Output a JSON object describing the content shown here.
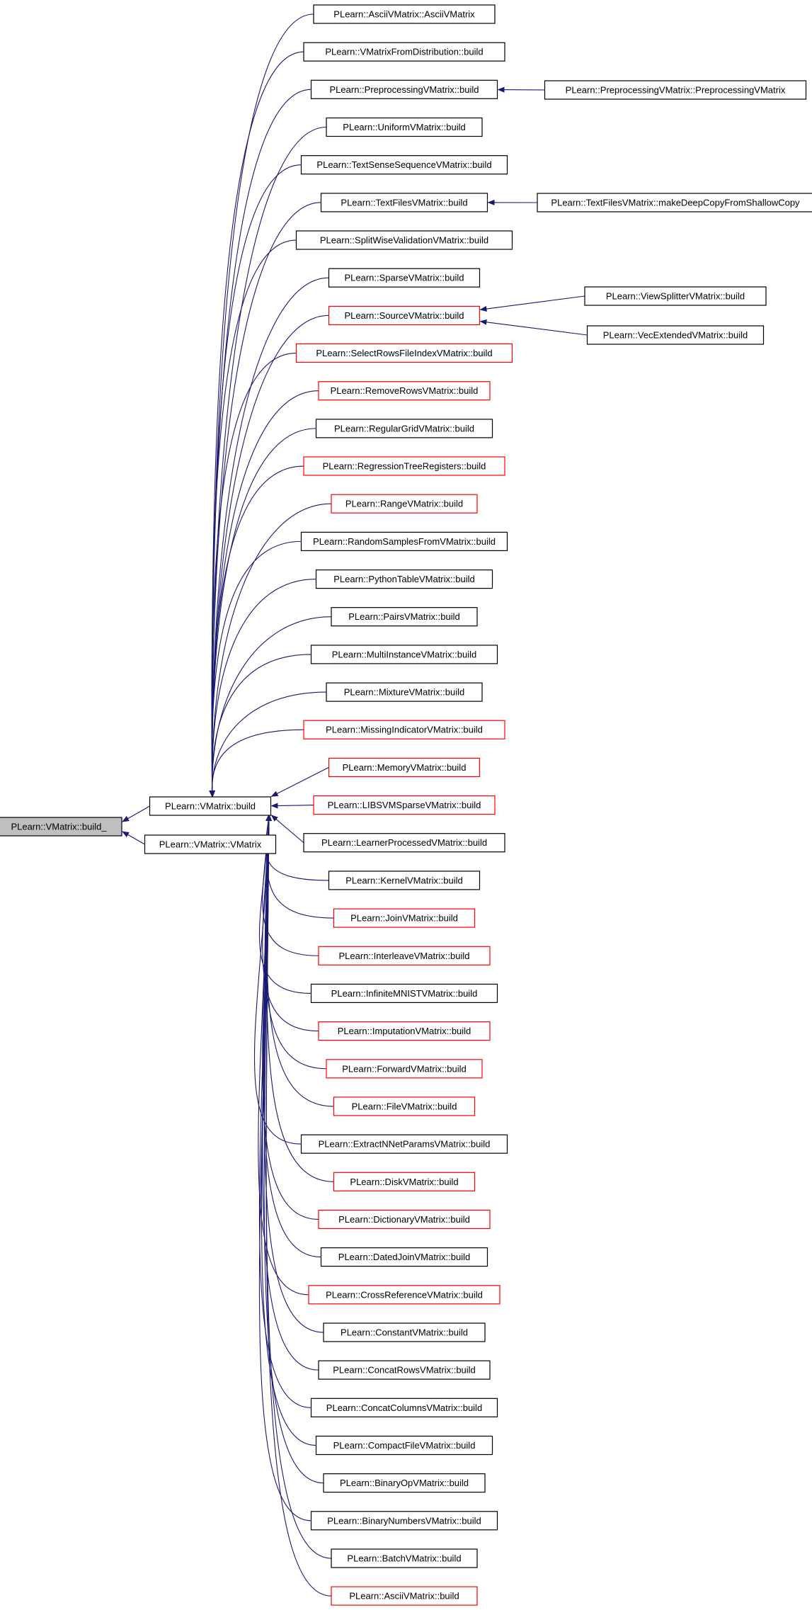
{
  "graph": {
    "colors": {
      "edge": "#191970",
      "node_border": "#000000",
      "node_border_linked": "#ff0000",
      "root_fill": "#bfbfbf",
      "node_fill": "#ffffff"
    },
    "root": {
      "label": "PLearn::VMatrix::build_"
    },
    "hubs": [
      {
        "id": "vmatrix_build",
        "label": "PLearn::VMatrix::build"
      },
      {
        "id": "vmatrix_ctor",
        "label": "PLearn::VMatrix::VMatrix"
      }
    ],
    "callers": [
      {
        "label": "PLearn::AsciiVMatrix::AsciiVMatrix",
        "red": false
      },
      {
        "label": "PLearn::VMatrixFromDistribution::build",
        "red": false
      },
      {
        "label": "PLearn::PreprocessingVMatrix::build",
        "red": false
      },
      {
        "label": "PLearn::UniformVMatrix::build",
        "red": false
      },
      {
        "label": "PLearn::TextSenseSequenceVMatrix::build",
        "red": false
      },
      {
        "label": "PLearn::TextFilesVMatrix::build",
        "red": false
      },
      {
        "label": "PLearn::SplitWiseValidationVMatrix::build",
        "red": false
      },
      {
        "label": "PLearn::SparseVMatrix::build",
        "red": false
      },
      {
        "label": "PLearn::SourceVMatrix::build",
        "red": true
      },
      {
        "label": "PLearn::SelectRowsFileIndexVMatrix::build",
        "red": true
      },
      {
        "label": "PLearn::RemoveRowsVMatrix::build",
        "red": true
      },
      {
        "label": "PLearn::RegularGridVMatrix::build",
        "red": false
      },
      {
        "label": "PLearn::RegressionTreeRegisters::build",
        "red": true
      },
      {
        "label": "PLearn::RangeVMatrix::build",
        "red": true
      },
      {
        "label": "PLearn::RandomSamplesFromVMatrix::build",
        "red": false
      },
      {
        "label": "PLearn::PythonTableVMatrix::build",
        "red": false
      },
      {
        "label": "PLearn::PairsVMatrix::build",
        "red": false
      },
      {
        "label": "PLearn::MultiInstanceVMatrix::build",
        "red": false
      },
      {
        "label": "PLearn::MixtureVMatrix::build",
        "red": false
      },
      {
        "label": "PLearn::MissingIndicatorVMatrix::build",
        "red": true
      },
      {
        "label": "PLearn::MemoryVMatrix::build",
        "red": true
      },
      {
        "label": "PLearn::LIBSVMSparseVMatrix::build",
        "red": true
      },
      {
        "label": "PLearn::LearnerProcessedVMatrix::build",
        "red": false
      },
      {
        "label": "PLearn::KernelVMatrix::build",
        "red": false
      },
      {
        "label": "PLearn::JoinVMatrix::build",
        "red": true
      },
      {
        "label": "PLearn::InterleaveVMatrix::build",
        "red": true
      },
      {
        "label": "PLearn::InfiniteMNISTVMatrix::build",
        "red": false
      },
      {
        "label": "PLearn::ImputationVMatrix::build",
        "red": true
      },
      {
        "label": "PLearn::ForwardVMatrix::build",
        "red": true
      },
      {
        "label": "PLearn::FileVMatrix::build",
        "red": true
      },
      {
        "label": "PLearn::ExtractNNetParamsVMatrix::build",
        "red": false
      },
      {
        "label": "PLearn::DiskVMatrix::build",
        "red": true
      },
      {
        "label": "PLearn::DictionaryVMatrix::build",
        "red": true
      },
      {
        "label": "PLearn::DatedJoinVMatrix::build",
        "red": false
      },
      {
        "label": "PLearn::CrossReferenceVMatrix::build",
        "red": true
      },
      {
        "label": "PLearn::ConstantVMatrix::build",
        "red": false
      },
      {
        "label": "PLearn::ConcatRowsVMatrix::build",
        "red": false
      },
      {
        "label": "PLearn::ConcatColumnsVMatrix::build",
        "red": false
      },
      {
        "label": "PLearn::CompactFileVMatrix::build",
        "red": false
      },
      {
        "label": "PLearn::BinaryOpVMatrix::build",
        "red": false
      },
      {
        "label": "PLearn::BinaryNumbersVMatrix::build",
        "red": false
      },
      {
        "label": "PLearn::BatchVMatrix::build",
        "red": false
      },
      {
        "label": "PLearn::AsciiVMatrix::build",
        "red": true
      }
    ],
    "secondary": [
      {
        "label": "PLearn::PreprocessingVMatrix::PreprocessingVMatrix",
        "red": false,
        "target": 2
      },
      {
        "label": "PLearn::TextFilesVMatrix::makeDeepCopyFromShallowCopy",
        "red": false,
        "target": 5
      },
      {
        "label": "PLearn::ViewSplitterVMatrix::build",
        "red": false,
        "target": 8
      },
      {
        "label": "PLearn::VecExtendedVMatrix::build",
        "red": false,
        "target": 8
      }
    ]
  }
}
